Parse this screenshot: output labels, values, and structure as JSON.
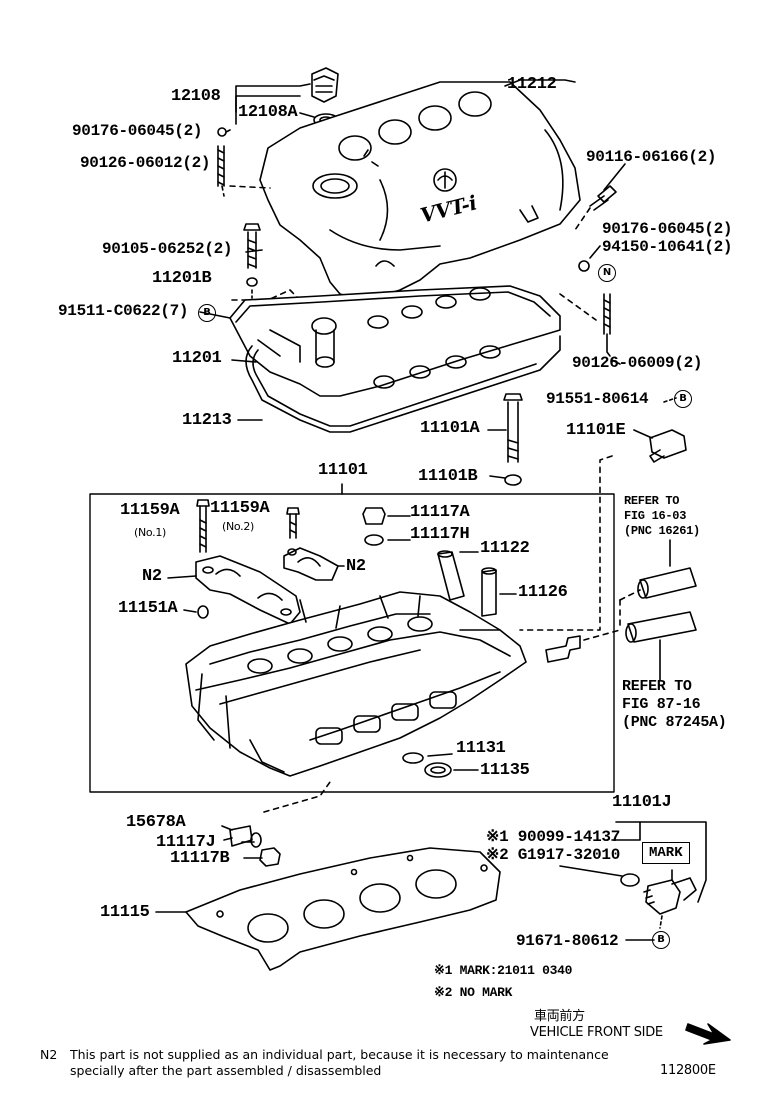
{
  "parts": {
    "p12108": "12108",
    "p12108A": "12108A",
    "p11212": "11212",
    "p90176_06045_top": "90176-06045(2)",
    "p90126_06012": "90126-06012(2)",
    "p90116_06166": "90116-06166(2)",
    "p90105_06252": "90105-06252(2)",
    "p90176_06045_right": "90176-06045(2)",
    "p94150_10641": "94150-10641(2)",
    "p11201B": "11201B",
    "p91511_C0622": "91511-C0622(7)",
    "p11201": "11201",
    "p90126_06009": "90126-06009(2)",
    "p91551_80614": "91551-80614",
    "p11213": "11213",
    "p11101A": "11101A",
    "p11101E": "11101E",
    "p11101": "11101",
    "p11101B": "11101B",
    "p11159A_1": "11159A",
    "p11159A_2": "11159A",
    "no1": "(No.1)",
    "no2": "(No.2)",
    "p11117A": "11117A",
    "p11117H": "11117H",
    "p11122": "11122",
    "n2_left": "N2",
    "n2_right": "N2",
    "p11126": "11126",
    "p11151A": "11151A",
    "p11131": "11131",
    "p11135": "11135",
    "p15678A": "15678A",
    "p11101J": "11101J",
    "p11117J": "11117J",
    "p11117B": "11117B",
    "p90099_14137": "※1 90099-14137",
    "pG1917_32010": "※2 G1917-32010",
    "mark": "MARK",
    "p11115": "11115",
    "p91671_80612": "91671-80612"
  },
  "circles": {
    "B1": "B",
    "N": "N",
    "B2": "B",
    "B3": "B"
  },
  "refs": {
    "ref1_line1": "REFER TO",
    "ref1_line2": "FIG 16-03",
    "ref1_line3": "(PNC 16261)",
    "ref2_line1": "REFER TO",
    "ref2_line2": "FIG 87-16",
    "ref2_line3": "(PNC 87245A)"
  },
  "notes": {
    "mark1": "※1 MARK:21011 0340",
    "mark2": "※2 NO MARK",
    "front_jp": "車両前方",
    "front_en": "VEHICLE FRONT SIDE",
    "footnote_key": "N2",
    "footnote_line1": "This part is not supplied as an individual part, because it is necessary to maintenance",
    "footnote_line2": "specially after the part assembled / disassembled",
    "diagram_id": "112800E"
  },
  "cover_text": "VVT-i"
}
